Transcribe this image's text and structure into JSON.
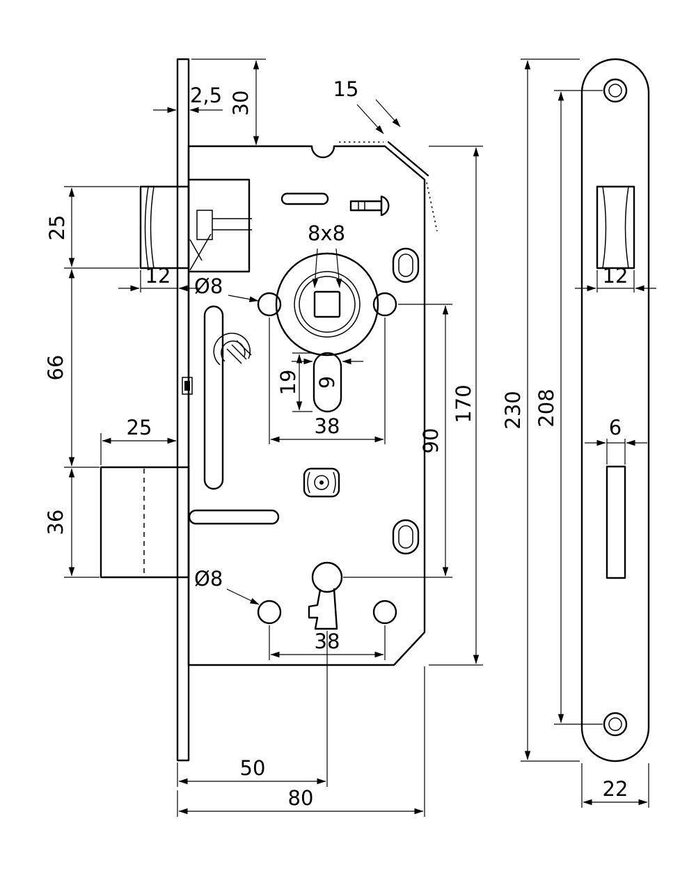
{
  "colors": {
    "ink": "#000000",
    "paper": "#ffffff"
  },
  "dimensions": {
    "plate_thickness": "2,5",
    "top_offset": "30",
    "chamfer": "15",
    "latch_height": "25",
    "latch_depth": "12",
    "hub_hole_dia": "Ø8",
    "spindle_square": "8x8",
    "follower_slot_height": "19",
    "follower_slot_width": "9",
    "hub_screw_span": "38",
    "latch_bolt_gap": "66",
    "bolt_depth": "25",
    "bolt_height": "36",
    "hub_to_keyhole": "90",
    "case_height": "170",
    "key_hole_dia": "Ø8",
    "key_screw_span": "38",
    "backset": "50",
    "case_depth": "80",
    "plate_height": "230",
    "screw_spacing": "208",
    "plate_latch_width": "12",
    "plate_bolt_width": "6",
    "plate_width": "22"
  }
}
